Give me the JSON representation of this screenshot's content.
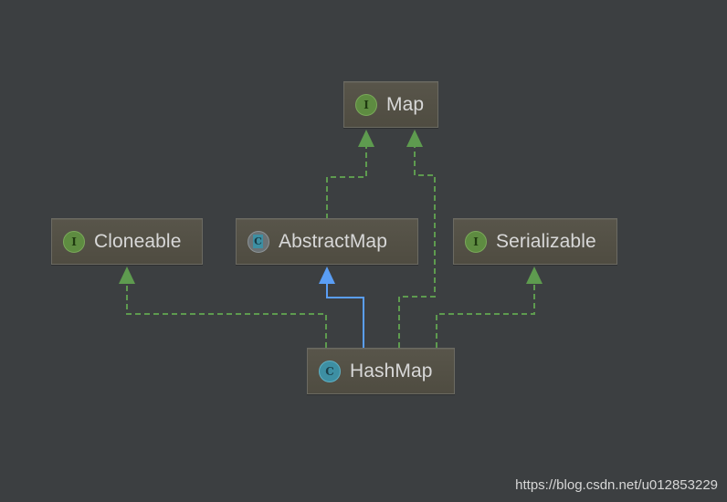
{
  "diagram": {
    "nodes": {
      "map": {
        "label": "Map",
        "kind": "interface",
        "badge": "I"
      },
      "cloneable": {
        "label": "Cloneable",
        "kind": "interface",
        "badge": "I"
      },
      "abstract_map": {
        "label": "AbstractMap",
        "kind": "abstract-class",
        "badge": "C"
      },
      "serializable": {
        "label": "Serializable",
        "kind": "interface",
        "badge": "I"
      },
      "hash_map": {
        "label": "HashMap",
        "kind": "class",
        "badge": "C"
      }
    },
    "edges": [
      {
        "from": "abstract_map",
        "to": "map",
        "type": "implements",
        "style": "dashed",
        "color": "#5e9b4f"
      },
      {
        "from": "hash_map",
        "to": "map",
        "type": "implements",
        "style": "dashed",
        "color": "#5e9b4f"
      },
      {
        "from": "hash_map",
        "to": "cloneable",
        "type": "implements",
        "style": "dashed",
        "color": "#5e9b4f"
      },
      {
        "from": "hash_map",
        "to": "serializable",
        "type": "implements",
        "style": "dashed",
        "color": "#5e9b4f"
      },
      {
        "from": "hash_map",
        "to": "abstract_map",
        "type": "extends",
        "style": "solid",
        "color": "#5a9ef5"
      }
    ]
  },
  "colors": {
    "background": "#3c3f41",
    "node_fill": "#524f45",
    "implements_edge": "#5e9b4f",
    "extends_edge": "#5a9ef5",
    "text": "#d8d8d8"
  },
  "watermark": "https://blog.csdn.net/u012853229"
}
